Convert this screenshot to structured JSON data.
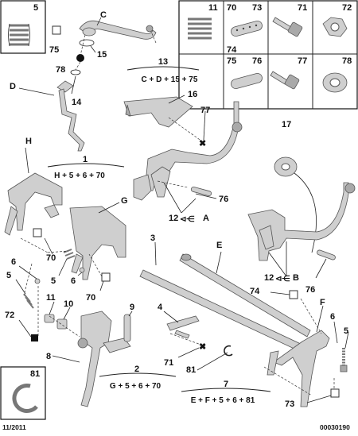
{
  "callouts": {
    "c_5": "5",
    "c_C": "C",
    "c_75": "75",
    "c_15": "15",
    "c_78": "78",
    "c_D": "D",
    "c_14": "14",
    "c_13": "13",
    "c_16": "16",
    "c_77": "77",
    "c_17": "17",
    "c_1": "1",
    "c_H": "H",
    "c_G": "G",
    "c_76a": "76",
    "c_12A": "12",
    "c_A": "A",
    "c_3": "3",
    "c_E": "E",
    "c_76b": "76",
    "c_12B": "12",
    "c_B": "B",
    "c_70a": "70",
    "c_6a": "6",
    "c_5a": "5",
    "c_5b": "5",
    "c_6b": "6",
    "c_70b": "70",
    "c_74": "74",
    "c_F": "F",
    "c_11": "11",
    "c_10": "10",
    "c_9": "9",
    "c_4": "4",
    "c_72": "72",
    "c_6c": "6",
    "c_5c": "5",
    "c_8": "8",
    "c_71": "71",
    "c_81": "81",
    "c_2": "2",
    "c_7": "7",
    "c_73": "73"
  },
  "groups": {
    "g13": "C + D + 15 + 75",
    "g1": "H + 5 + 6 + 70",
    "g2": "G + 5 + 6 + 70",
    "g7": "E + F + 5 + 6 + 81"
  },
  "legend": {
    "b5": "5",
    "b11": "11",
    "b70": "70",
    "b73": "73",
    "b74": "74",
    "b71": "71",
    "b72": "72",
    "b75": "75",
    "b76": "76",
    "b77": "77",
    "b78": "78",
    "b81": "81"
  },
  "footer": {
    "date": "11/2011",
    "ref": "00030190"
  }
}
